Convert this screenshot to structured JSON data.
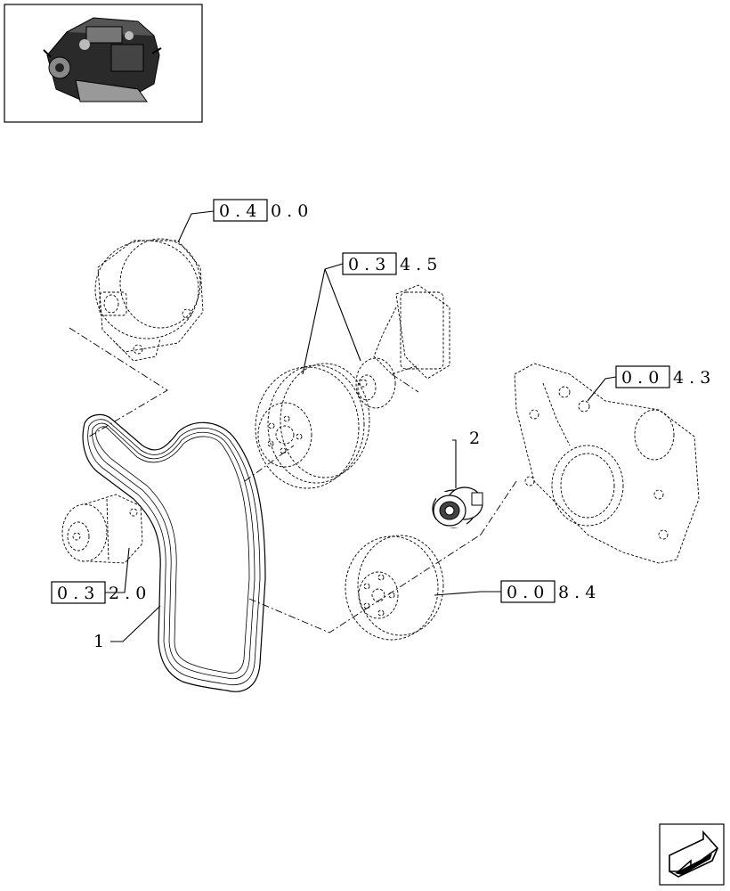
{
  "refs": {
    "alternator": {
      "boxed": "0 . 4",
      "rest": "0 . 0"
    },
    "water_pump": {
      "boxed": "0 . 3",
      "rest": "4 . 5"
    },
    "timing_cover": {
      "boxed": "0 . 0",
      "rest": "4 . 3"
    },
    "tensioner": {
      "boxed": "0 . 3",
      "rest": "2 . 0"
    },
    "crank_pulley": {
      "boxed": "0 . 0",
      "rest": "8 . 4"
    }
  },
  "parts": {
    "belt": "1",
    "idler": "2"
  },
  "icons": {
    "thumbnail": "engine-thumbnail-icon",
    "nav": "next-page-arrow-icon"
  }
}
